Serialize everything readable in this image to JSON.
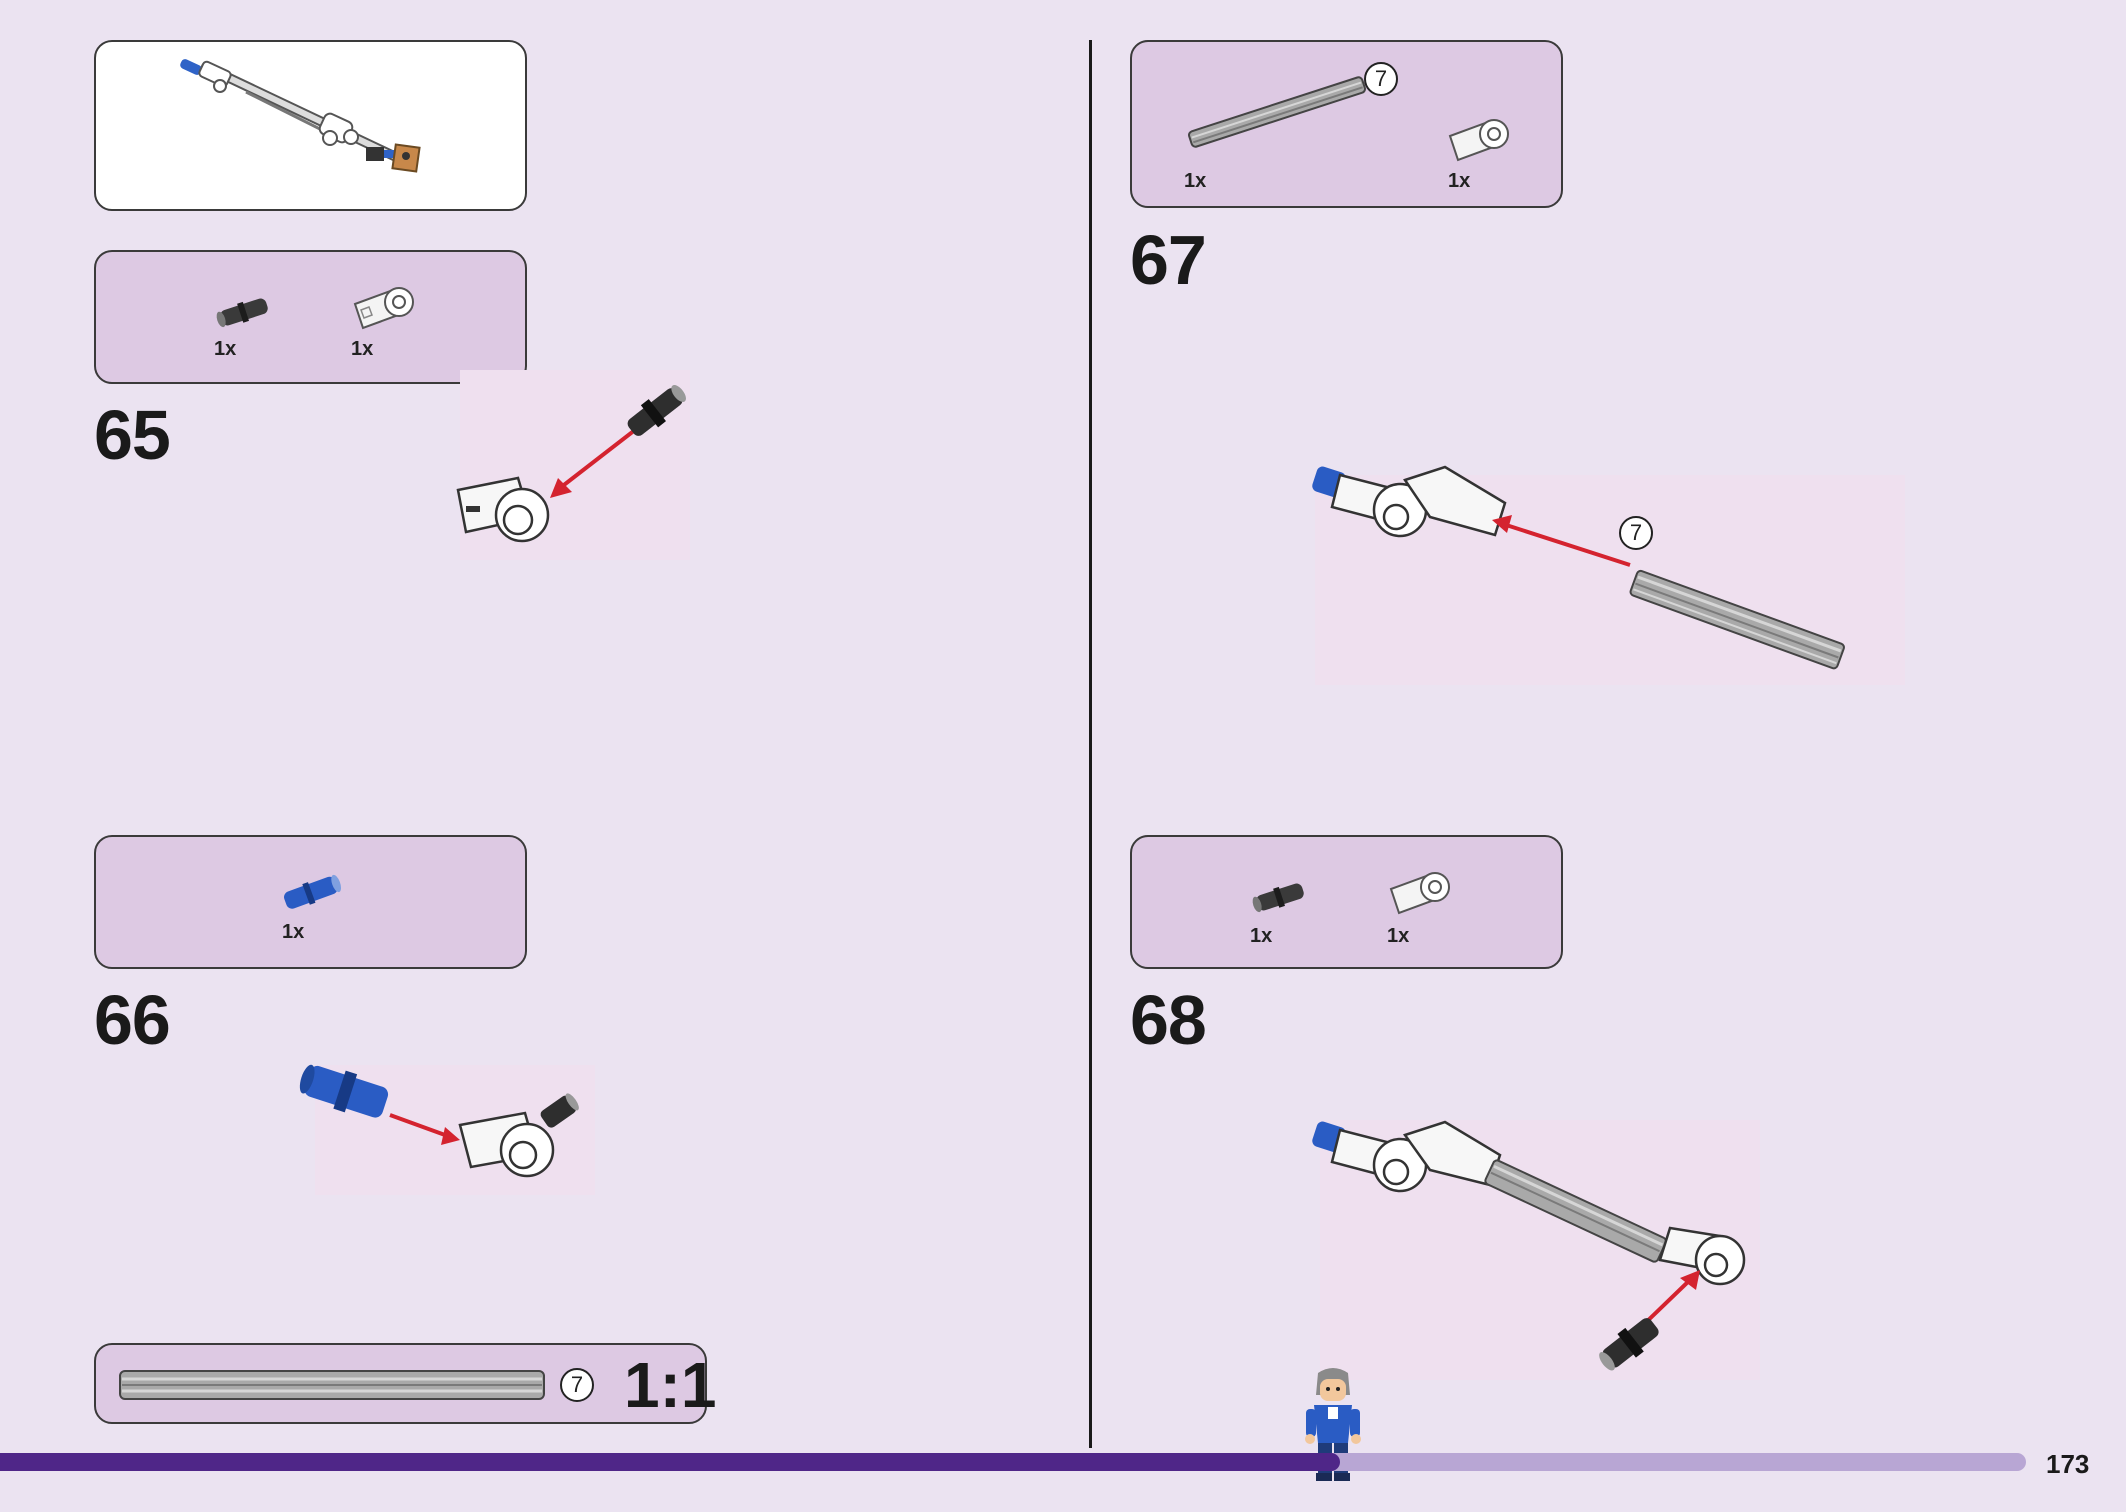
{
  "page": {
    "number": "173"
  },
  "callout_top_left": {},
  "step65": {
    "number": "65",
    "parts": [
      {
        "qty": "1x",
        "icon": "black-friction-pin"
      },
      {
        "qty": "1x",
        "icon": "white-angle-connector"
      }
    ]
  },
  "step66": {
    "number": "66",
    "parts": [
      {
        "qty": "1x",
        "icon": "blue-axle-pin"
      }
    ]
  },
  "step67": {
    "number": "67",
    "parts": [
      {
        "qty": "1x",
        "icon": "grey-axle-7",
        "length": "7"
      },
      {
        "qty": "1x",
        "icon": "white-angle-connector"
      }
    ],
    "axle_callout": "7"
  },
  "step68": {
    "number": "68",
    "parts": [
      {
        "qty": "1x",
        "icon": "black-friction-pin"
      },
      {
        "qty": "1x",
        "icon": "white-angle-connector"
      }
    ]
  },
  "scale_box": {
    "length": "7",
    "ratio": "1:1"
  },
  "colors": {
    "background": "#ebe3f1",
    "panel": "#ddc9e3",
    "arrow": "#d4232f",
    "bar_dark": "#4f2688",
    "bar_light": "#b8a6d4"
  }
}
